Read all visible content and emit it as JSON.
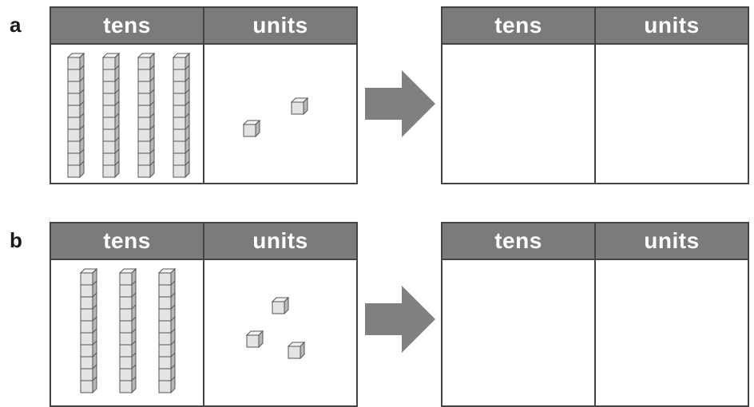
{
  "problems": [
    {
      "label": "a",
      "left_table": {
        "headers": [
          "tens",
          "units"
        ],
        "tens_rods": 4,
        "unit_cubes": 2
      },
      "right_table": {
        "headers": [
          "tens",
          "units"
        ]
      }
    },
    {
      "label": "b",
      "left_table": {
        "headers": [
          "tens",
          "units"
        ],
        "tens_rods": 3,
        "unit_cubes": 3
      },
      "right_table": {
        "headers": [
          "tens",
          "units"
        ]
      }
    }
  ],
  "colors": {
    "header_fill": "#7b7b7b",
    "header_text": "#ffffff",
    "border": "#444444",
    "arrow": "#808080",
    "block_face": "#e4e4e4",
    "block_side": "#b8b8b8",
    "block_top": "#f2f2f2"
  }
}
